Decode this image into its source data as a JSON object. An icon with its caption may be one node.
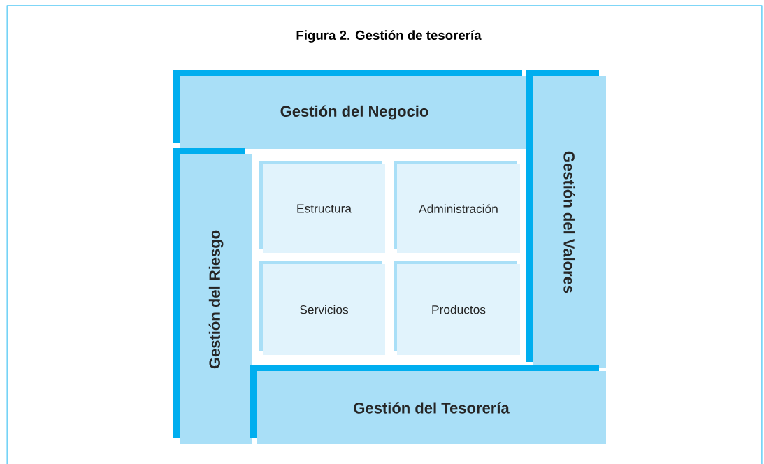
{
  "diagram": {
    "title": "Figura 2. Gestión de tesorería",
    "nodes": [
      {
        "text": [
          "Gestión del Negocio"
        ]
      },
      {
        "text": [
          "Gestión del Valores"
        ]
      },
      {
        "text": [
          "Gestión del Riesgo"
        ]
      },
      {
        "text": [
          "Gestión del Tesorería"
        ]
      },
      {
        "text": [
          "Estructura"
        ]
      },
      {
        "text": [
          "Administración"
        ]
      },
      {
        "text": [
          "Servicios"
        ]
      },
      {
        "text": [
          "Productos"
        ]
      }
    ]
  }
}
